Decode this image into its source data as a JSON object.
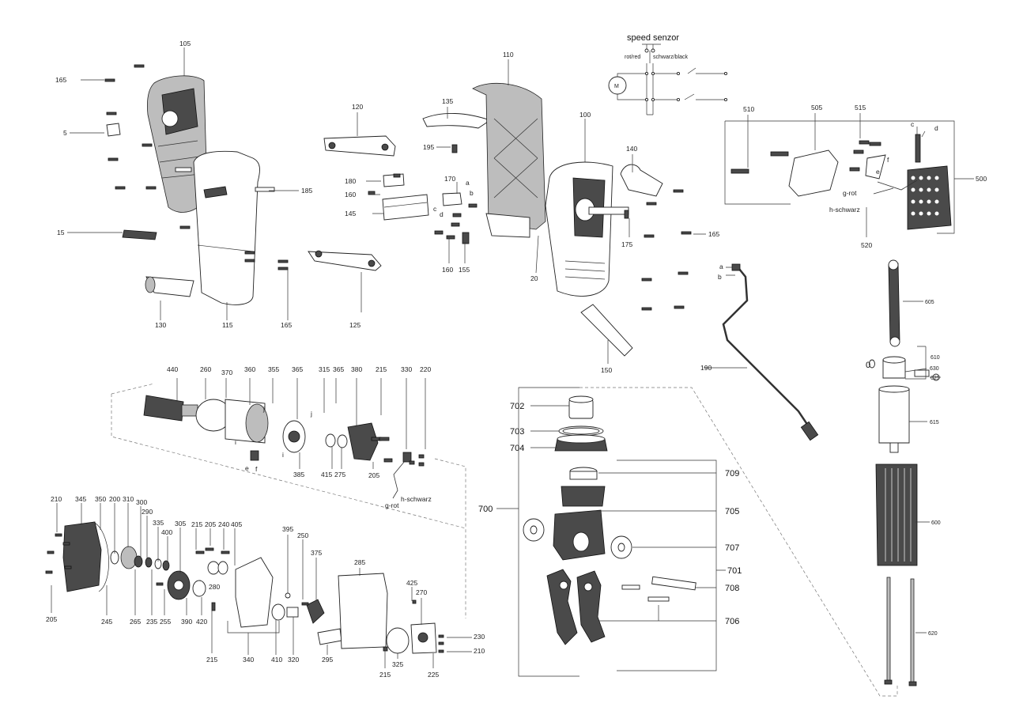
{
  "title": "",
  "colors": {
    "line": "#333333",
    "part_dark": "#4a4a4a",
    "part_mid": "#bdbdbd",
    "background": "#ffffff"
  },
  "schematic": {
    "title": "speed senzor",
    "wire_red": "rot/red",
    "wire_black": "schwarz/black",
    "motor": "M"
  },
  "labels": {
    "l105": "105",
    "l165a": "165",
    "l5": "5",
    "l15": "15",
    "l130": "130",
    "l115": "115",
    "l165b": "165",
    "l185": "185",
    "l120": "120",
    "l125": "125",
    "l135": "135",
    "l195": "195",
    "l110": "110",
    "l180": "180",
    "l160a": "160",
    "l145": "145",
    "l170": "170",
    "la1": "a",
    "lb1": "b",
    "lc1": "c",
    "ld1": "d",
    "l160b": "160",
    "l155": "155",
    "l20": "20",
    "l100": "100",
    "l140": "140",
    "l175": "175",
    "l165c": "165",
    "l150": "150",
    "l510": "510",
    "l505": "505",
    "l515": "515",
    "lc2": "c",
    "ld2": "d",
    "le2": "e",
    "lf2": "f",
    "lgrot1": "g-rot",
    "lhschw1": "h-schwarz",
    "l520": "520",
    "l500": "500",
    "la3": "a",
    "lb3": "b",
    "l190": "190",
    "l605": "605",
    "l610": "610",
    "l630": "630",
    "l625": "625",
    "l0": "0",
    "l615": "615",
    "l600": "600",
    "l620": "620",
    "l440": "440",
    "l260": "260",
    "l370": "370",
    "l360": "360",
    "l355": "355",
    "l365a": "365",
    "l315": "315",
    "l365b": "365",
    "l380": "380",
    "l215a": "215",
    "l330": "330",
    "l220": "220",
    "li1": "i",
    "lj1": "j",
    "li2": "i",
    "lj2": "j",
    "le1": "e",
    "lf1": "f",
    "l385": "385",
    "l415": "415",
    "l275": "275",
    "l205a": "205",
    "lhschw2": "h-schwarz",
    "lgrot2": "g-rot",
    "l210a": "210",
    "l345": "345",
    "l350": "350",
    "l200": "200",
    "l310": "310",
    "l300": "300",
    "l290": "290",
    "l335": "335",
    "l400": "400",
    "l305": "305",
    "l215b": "215",
    "l205b": "205",
    "l240": "240",
    "l405": "405",
    "l395": "395",
    "l250": "250",
    "l375": "375",
    "l285": "285",
    "l205c": "205",
    "l245": "245",
    "l265": "265",
    "l235": "235",
    "l255": "255",
    "l390": "390",
    "l420": "420",
    "l280": "280",
    "l215c": "215",
    "l340": "340",
    "l410": "410",
    "l320": "320",
    "l295": "295",
    "l425": "425",
    "l270": "270",
    "l215d": "215",
    "l325": "325",
    "l225": "225",
    "l230": "230",
    "l210b": "210",
    "l702": "702",
    "l703": "703",
    "l704": "704",
    "l709": "709",
    "l700": "700",
    "l705": "705",
    "l707": "707",
    "l701": "701",
    "l708": "708",
    "l706": "706"
  }
}
